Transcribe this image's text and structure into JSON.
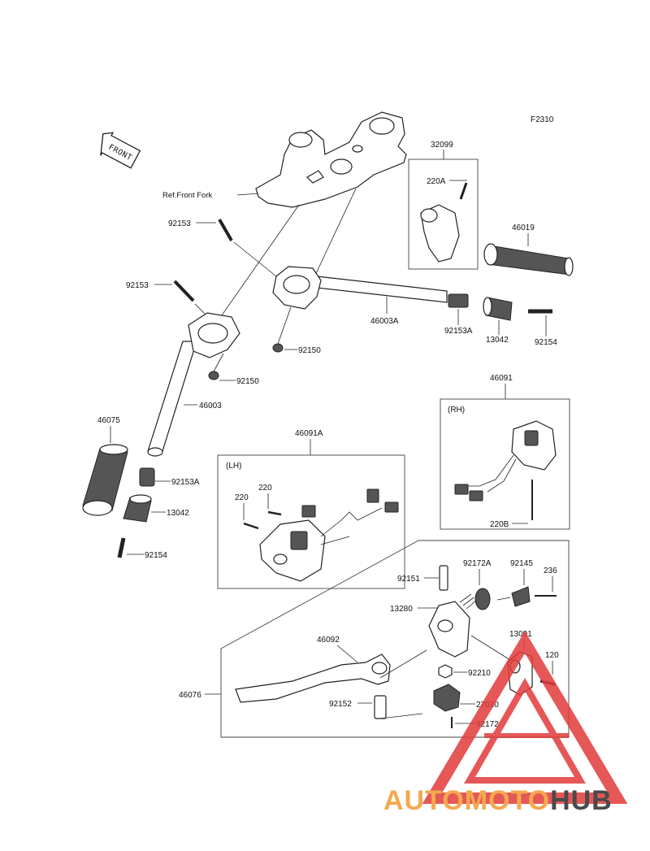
{
  "figure_code": "F2310",
  "front_label": "FRONT",
  "ref_label": "Ref.Front Fork",
  "boxes": {
    "lh_side": "(LH)",
    "rh_side": "(RH)"
  },
  "parts": {
    "p32099": "32099",
    "p220A": "220A",
    "p46019": "46019",
    "p92153_top": "92153",
    "p92153_left": "92153",
    "p46003A": "46003A",
    "p92153A_right": "92153A",
    "p13042_right": "13042",
    "p92154_right": "92154",
    "p92150_center": "92150",
    "p92150_left": "92150",
    "p46003": "46003",
    "p46091": "46091",
    "p46075": "46075",
    "p46091A": "46091A",
    "p92153A_left": "92153A",
    "p220_a": "220",
    "p220_b": "220",
    "p13042_left": "13042",
    "p220B": "220B",
    "p92154_left": "92154",
    "p92172A": "92172A",
    "p92145": "92145",
    "p236": "236",
    "p92151": "92151",
    "p13280": "13280",
    "p13091": "13091",
    "p46092": "46092",
    "p120": "120",
    "p92210": "92210",
    "p46076": "46076",
    "p92152": "92152",
    "p27010": "27010",
    "p92172": "92172"
  },
  "watermark": {
    "part1": "AUTOMOTO",
    "part2": "HUB",
    "color1": "#f4a94f",
    "color2": "#4a4a4a",
    "triangle_color": "#e23a3a"
  }
}
